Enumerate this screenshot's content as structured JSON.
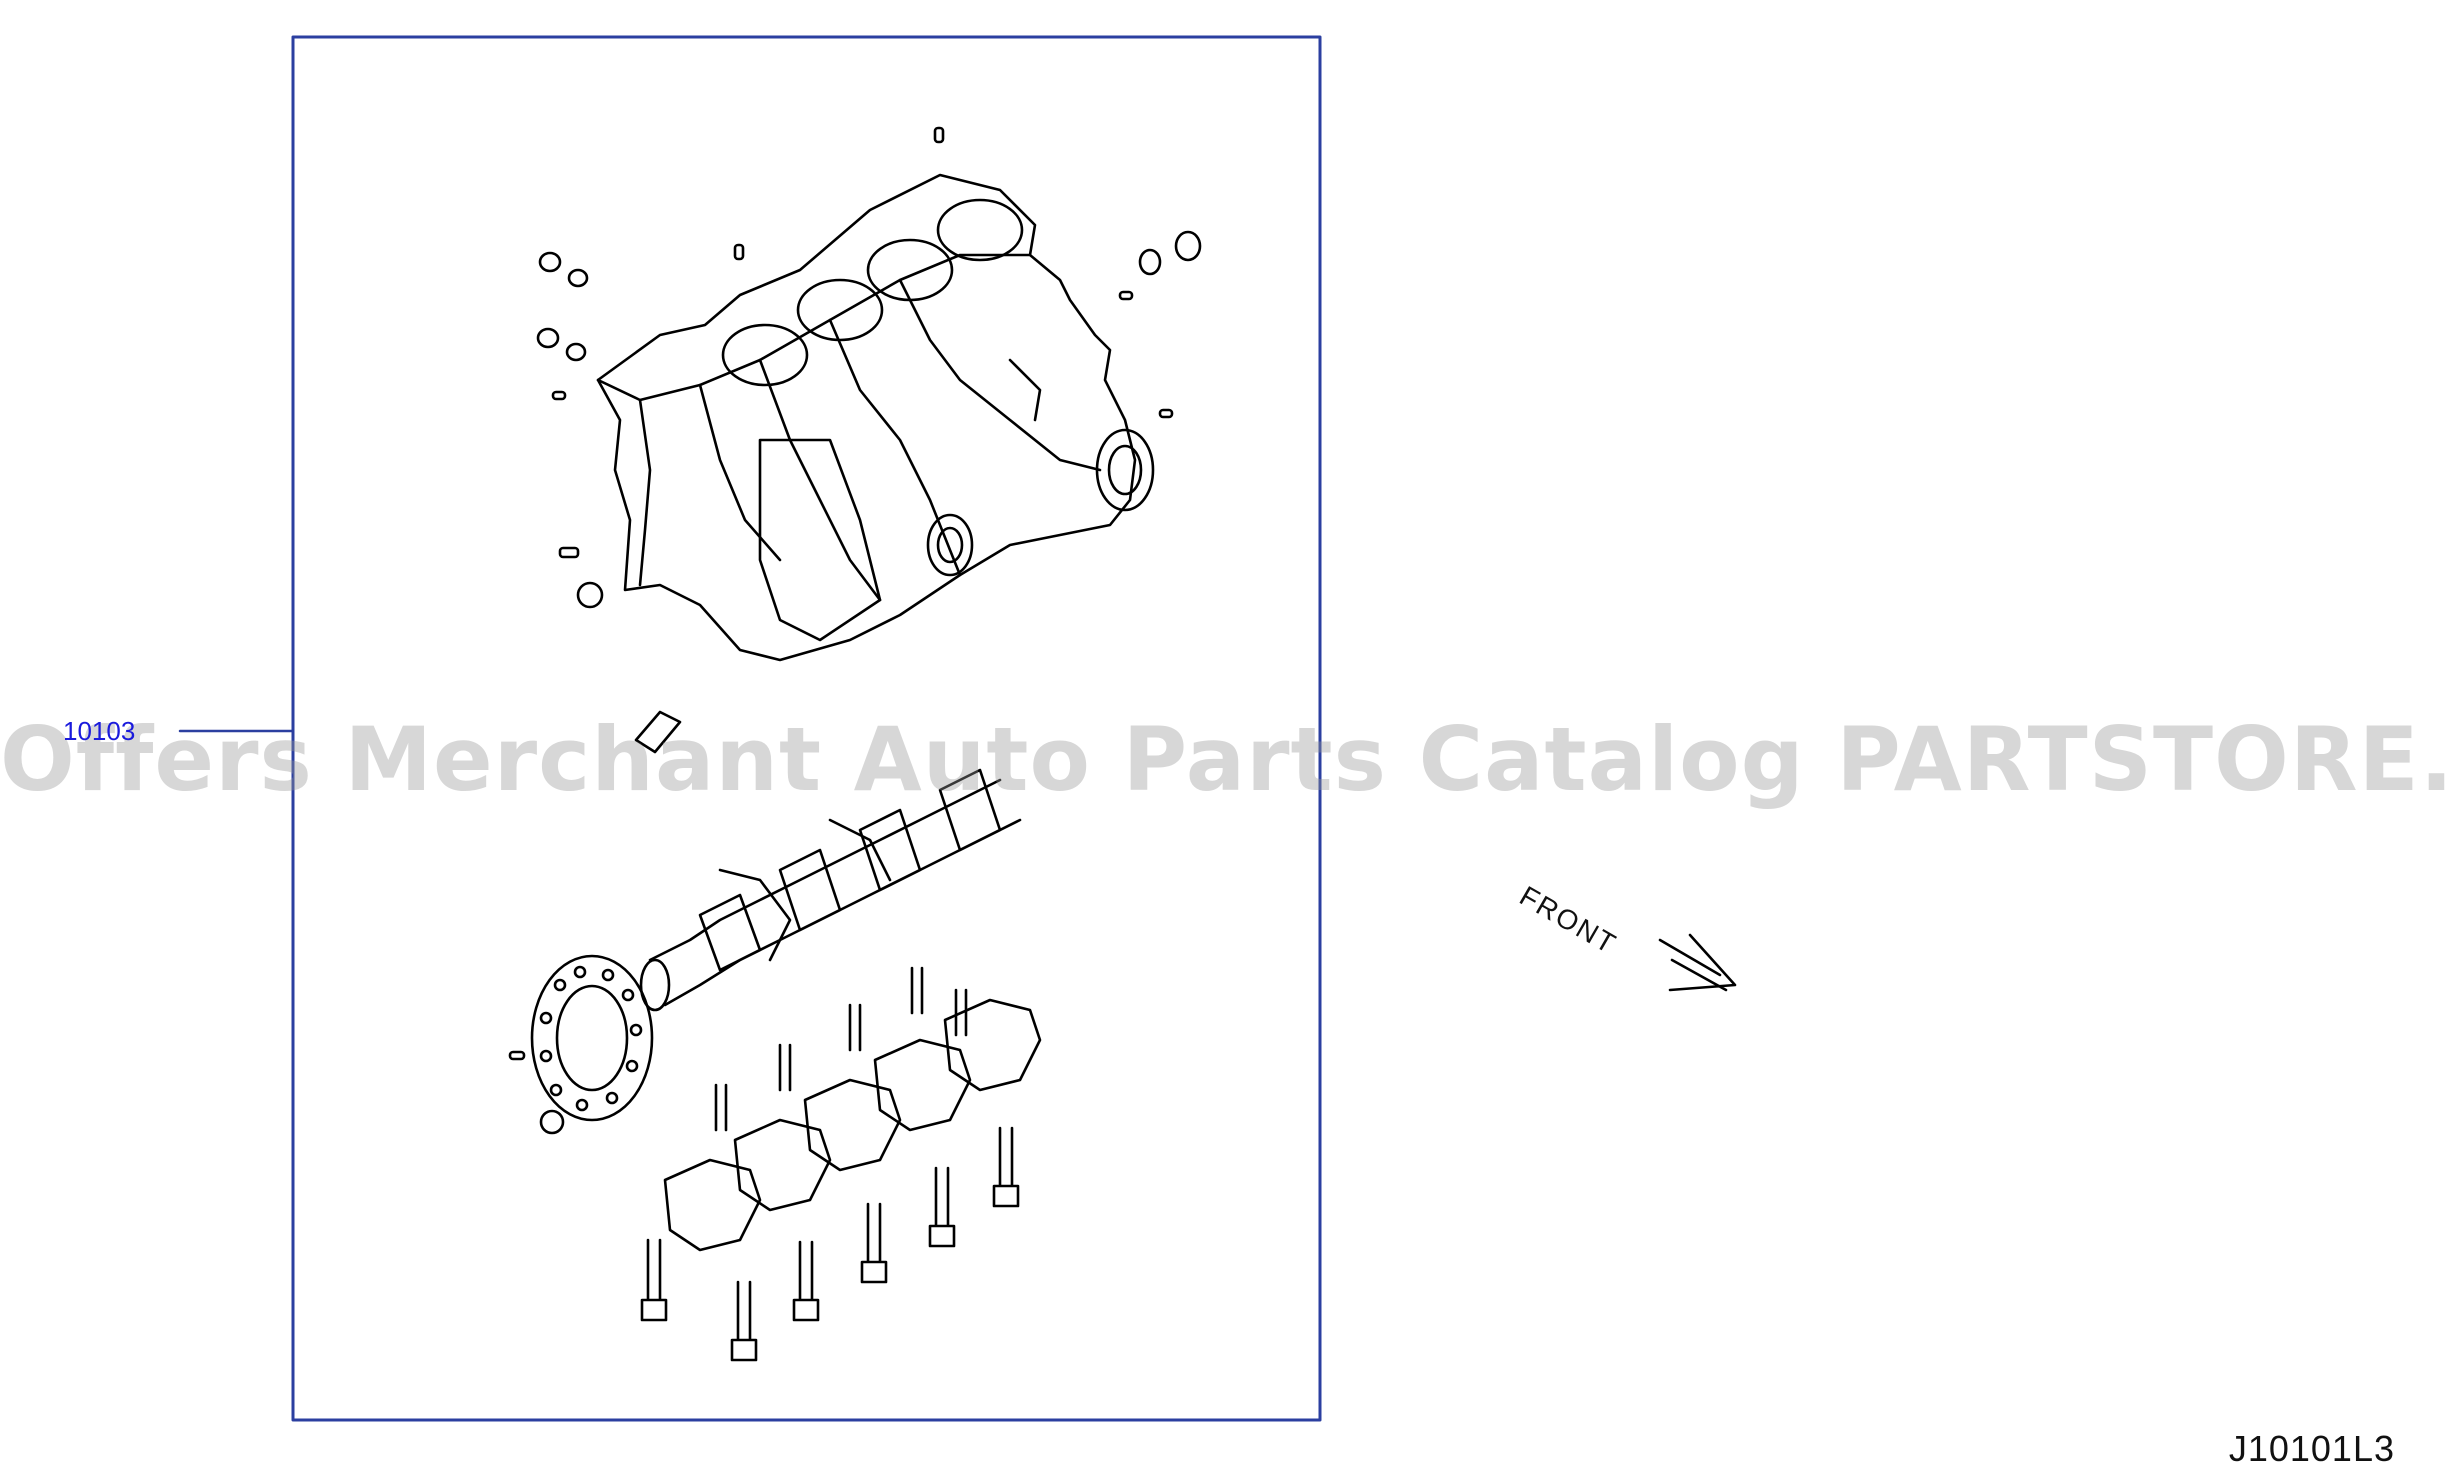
{
  "diagram": {
    "part_callout": "10103",
    "front_label": "FRONT",
    "diagram_code": "J10101L3",
    "watermark": "Offers Merchant Auto Parts Catalog PARTSTORE.SA",
    "colors": {
      "frame": "#2b3fa0",
      "callout_text": "#1a1adc",
      "line_art": "#000000",
      "watermark": "#969696"
    },
    "icons": [
      "front-arrow-icon",
      "engine-block-icon",
      "crankshaft-icon",
      "flywheel-gasket-icon",
      "main-bearing-cap-icon",
      "bolt-icon"
    ]
  }
}
